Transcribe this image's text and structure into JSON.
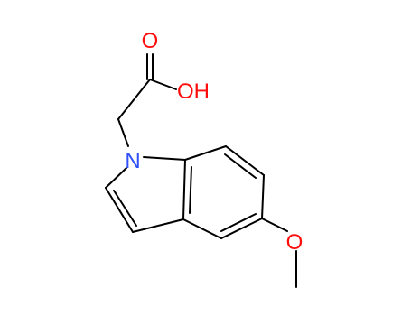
{
  "molecule": {
    "atoms": {
      "carbonyl_oxygen": {
        "label": "O",
        "color": "#ff0d0d"
      },
      "hydroxyl": {
        "label": "OH",
        "color": "#ff0d0d"
      },
      "indole_nitrogen": {
        "label": "N",
        "color": "#3050f8"
      },
      "methoxy_oxygen": {
        "label": "O",
        "color": "#ff0d0d"
      }
    },
    "bond_color": "#000000",
    "background_color": "#ffffff"
  }
}
